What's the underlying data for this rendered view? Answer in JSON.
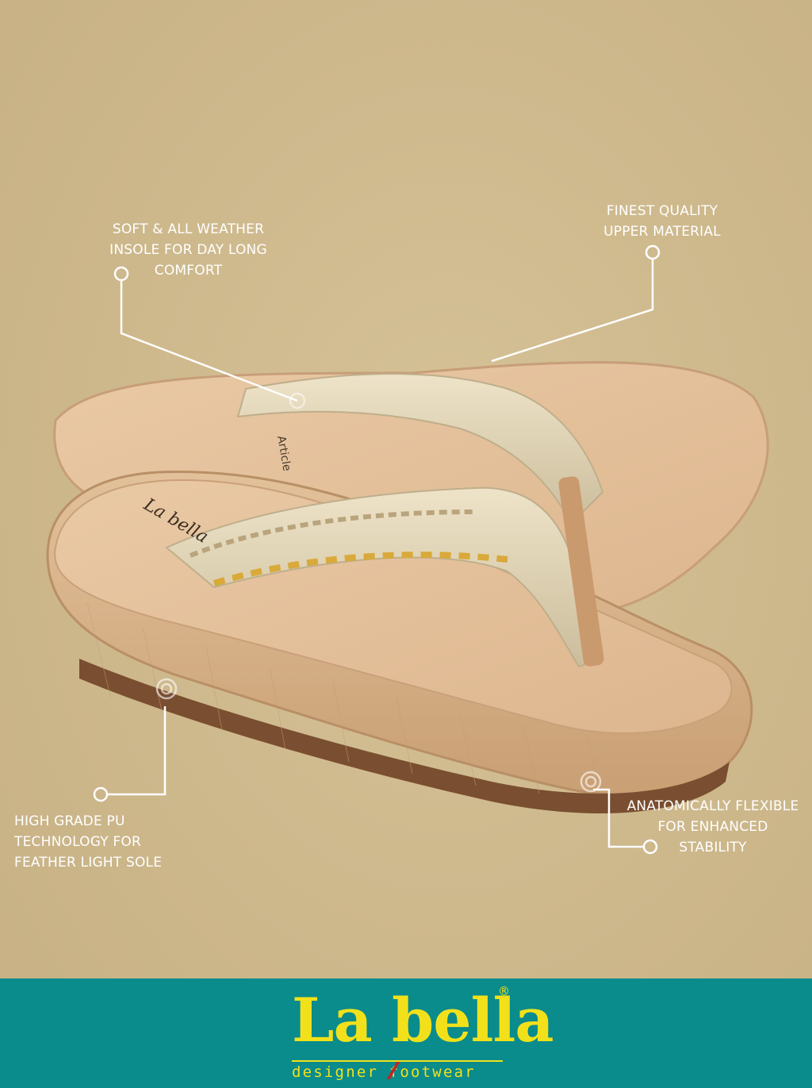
{
  "callouts": {
    "left_top": [
      "SOFT & ALL WEATHER",
      "INSOLE FOR DAY LONG",
      "COMFORT"
    ],
    "right_top": [
      "FINEST QUALITY",
      "UPPER MATERIAL"
    ],
    "left_bottom": [
      "HIGH GRADE PU",
      "TECHNOLOGY FOR",
      "FEATHER LIGHT SOLE"
    ],
    "right_bottom": [
      "ANATOMICALLY FLEXIBLE",
      "FOR ENHANCED",
      "STABILITY"
    ]
  },
  "insole_prints": {
    "brand": "La bella",
    "article": "Article"
  },
  "logo": {
    "name": "La bella",
    "registered": "®",
    "tagline": "designer footwear"
  },
  "colors": {
    "background": "#cdb88c",
    "footer": "#0a8b8c",
    "logo_yellow": "#f2e11a",
    "accent_red": "#c62127",
    "sandal_base": "#d9b48f",
    "strap_gold": "#d8ccb0"
  }
}
